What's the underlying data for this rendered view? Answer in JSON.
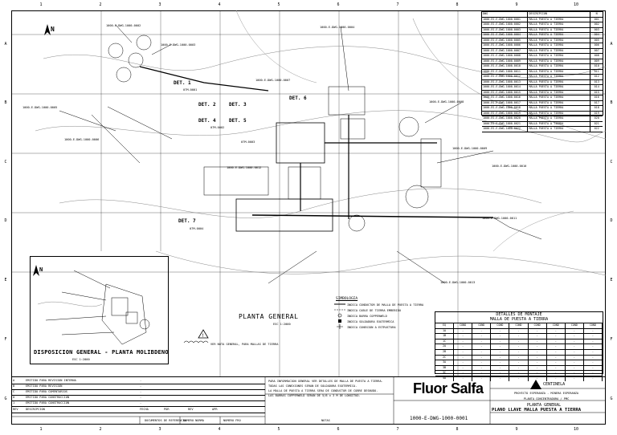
{
  "sheet": {
    "col_labels": [
      "1",
      "2",
      "3",
      "4",
      "5",
      "6",
      "7",
      "8",
      "9",
      "10"
    ],
    "row_labels": [
      "A",
      "B",
      "C",
      "D",
      "E",
      "F",
      "G"
    ]
  },
  "drawing": {
    "main_title": "PLANTA GENERAL",
    "main_scale": "ESC 1:2000",
    "inset_title": "DISPOSICION GENERAL - PLANTA MOLIBDENO",
    "inset_scale": "ESC 1:2000",
    "north_label": "N",
    "notes_title": "SIMBOLOGIA",
    "note_legend": [
      "INDICA CONDUCTOR DE MALLA DE PUESTA A TIERRA",
      "INDICA CABLE DE TIERRA EMBEBIDO",
      "INDICA BARRA COPPERWELD",
      "INDICA SOLDADURA EXOTERMICA",
      "INDICA CONEXION A ESTRUCTURA"
    ],
    "warning_note": "VER NOTA GENERAL, PARA MALLAS DE TIERRA",
    "det_labels": [
      "DET. 1",
      "DET. 2",
      "DET. 3",
      "DET. 4",
      "DET. 5",
      "DET. 6",
      "DET. 7"
    ],
    "det_refs": [
      "07M-0001",
      "07M-0002",
      "07M-0003",
      "07M-0004"
    ]
  },
  "det_table": {
    "headers": [
      "DWG",
      "DESCRIPCION",
      "N"
    ],
    "rows": [
      [
        "1000-ES-E-DWG-1000-0001",
        "MALLA PUESTA A TIERRA",
        "001"
      ],
      [
        "1000-ES-E-DWG-1000-0002",
        "MALLA PUESTA A TIERRA",
        "002"
      ],
      [
        "1000-ES-E-DWG-1000-0003",
        "MALLA PUESTA A TIERRA",
        "003"
      ],
      [
        "1000-ES-E-DWG-1000-0004",
        "MALLA PUESTA A TIERRA",
        "004"
      ],
      [
        "1000-ES-E-DWG-1000-0005",
        "MALLA PUESTA A TIERRA",
        "005"
      ],
      [
        "1000-ES-E-DWG-1000-0006",
        "MALLA PUESTA A TIERRA",
        "006"
      ],
      [
        "1000-ES-E-DWG-1000-0007",
        "MALLA PUESTA A TIERRA",
        "007"
      ],
      [
        "1000-ES-E-DWG-1000-0008",
        "MALLA PUESTA A TIERRA",
        "008"
      ],
      [
        "1000-ES-E-DWG-1000-0009",
        "MALLA PUESTA A TIERRA",
        "009"
      ],
      [
        "1000-ES-E-DWG-1000-0010",
        "MALLA PUESTA A TIERRA",
        "010"
      ],
      [
        "1000-ES-E-DWG-1000-0011",
        "MALLA PUESTA A TIERRA",
        "011"
      ],
      [
        "1000-ES-E-DWG-1000-0012",
        "MALLA PUESTA A TIERRA",
        "012"
      ],
      [
        "1000-ES-E-DWG-1000-0013",
        "MALLA PUESTA A TIERRA",
        "013"
      ],
      [
        "1000-ES-E-DWG-1000-0014",
        "MALLA PUESTA A TIERRA",
        "014"
      ],
      [
        "1000-ES-E-DWG-1000-0015",
        "MALLA PUESTA A TIERRA",
        "015"
      ],
      [
        "1000-ES-E-DWG-1000-0016",
        "MALLA PUESTA A TIERRA",
        "016"
      ],
      [
        "1000-ES-E-DWG-1000-0017",
        "MALLA PUESTA A TIERRA",
        "017"
      ],
      [
        "1000-ES-E-DWG-1000-0018",
        "MALLA PUESTA A TIERRA",
        "018"
      ],
      [
        "1000-ES-E-DWG-1000-0019",
        "MALLA PUESTA A TIERRA",
        "019"
      ],
      [
        "1000-ES-E-DWG-1000-0020",
        "MALLA PUESTA A TIERRA",
        "020"
      ],
      [
        "1000-ES-E-DWG-1000-0021",
        "MALLA PUESTA A TIERRA",
        "021"
      ],
      [
        "1000-ES-E-DWG-1000-0022",
        "MALLA PUESTA A TIERRA",
        "022"
      ]
    ]
  },
  "malla": {
    "title": "DETALLES DE MONTAJE",
    "subtitle": "MALLA DE PUESTA A TIERRA",
    "cols": [
      "EQ",
      "COND",
      "COND",
      "COND",
      "COND",
      "COND",
      "COND",
      "COND",
      "COND"
    ],
    "rows": [
      [
        "1A",
        "-",
        "-",
        "-",
        "-",
        "-",
        "-",
        "-",
        "-"
      ],
      [
        "1B",
        "-",
        "-",
        "-",
        "-",
        "-",
        "-",
        "-",
        "-"
      ],
      [
        "1C",
        "-",
        "-",
        "-",
        "-",
        "-",
        "-",
        "-",
        "-"
      ],
      [
        "2A",
        "-",
        "-",
        "-",
        "-",
        "-",
        "-",
        "-",
        "-"
      ],
      [
        "2B",
        "-",
        "-",
        "-",
        "-",
        "-",
        "-",
        "-",
        "-"
      ],
      [
        "2C",
        "-",
        "-",
        "-",
        "-",
        "-",
        "-",
        "-",
        "-"
      ],
      [
        "3A",
        "-",
        "-",
        "-",
        "-",
        "-",
        "-",
        "-",
        "-"
      ],
      [
        "3B",
        "-",
        "-",
        "-",
        "-",
        "-",
        "-",
        "-",
        "-"
      ],
      [
        "3C",
        "-",
        "-",
        "-",
        "-",
        "-",
        "-",
        "-",
        "-"
      ],
      [
        "4A",
        "-",
        "-",
        "-",
        "-",
        "-",
        "-",
        "-",
        "-"
      ]
    ]
  },
  "title_block": {
    "company": "Fluor Salfa",
    "client": "CENTINELA",
    "project": "PROYECTO ESPERANZA - MINERA ESPERANZA",
    "plant": "PLANTA CONCENTRADORA / PMC",
    "subject": "PLANTA GENERAL",
    "drawing_title": "PLANO LLAVE MALLA PUESTA A TIERRA",
    "drawing_number": "1000-E-DWG-1000-0001",
    "revisions": [
      {
        "rev": "A",
        "desc": "EMITIDO PARA REVISION INTERNA",
        "date": "-"
      },
      {
        "rev": "B",
        "desc": "EMITIDO PARA REVISION",
        "date": "-"
      },
      {
        "rev": "C",
        "desc": "EMITIDO PARA COMENTARIOS",
        "date": "-"
      },
      {
        "rev": "0",
        "desc": "EMITIDO PARA CONSTRUCCION",
        "date": "-"
      },
      {
        "rev": "1",
        "desc": "EMITIDO PARA CONSTRUCCION",
        "date": "-"
      }
    ],
    "rev_headers": [
      "REV",
      "DESCRIPCION",
      "FECHA",
      "POR",
      "REV",
      "APR"
    ],
    "bottom_labels": [
      "DOCUMENTOS DE REFERENCIA",
      "NUMERO NORMA",
      "NUMERO FRO",
      "NOTAS"
    ],
    "notes": [
      "PARA INFORMACION GENERAL VER DETALLES DE MALLA DE PUESTA A TIERRA.",
      "TODAS LAS CONEXIONES SERAN DE SOLDADURA EXOTERMICA.",
      "LA MALLA DE PUESTA A TIERRA SERA DE CONDUCTOR DE COBRE DESNUDO.",
      "LAS BARRAS COPPERWELD SERAN DE 5/8 x 3 M DE LONGITUD."
    ]
  },
  "tags": [
    "1000-E-DWG-1000-0002",
    "1000-E-DWG-1000-0003",
    "1000-E-DWG-1000-0004",
    "1000-E-DWG-1000-0005",
    "1000-E-DWG-1000-0006",
    "1000-E-DWG-1000-0007",
    "1000-E-DWG-1000-0008",
    "1000-E-DWG-1000-0009",
    "1000-E-DWG-1000-0010",
    "1000-E-DWG-1000-0011",
    "1000-E-DWG-1000-0012",
    "1000-E-DWG-1000-0013"
  ]
}
